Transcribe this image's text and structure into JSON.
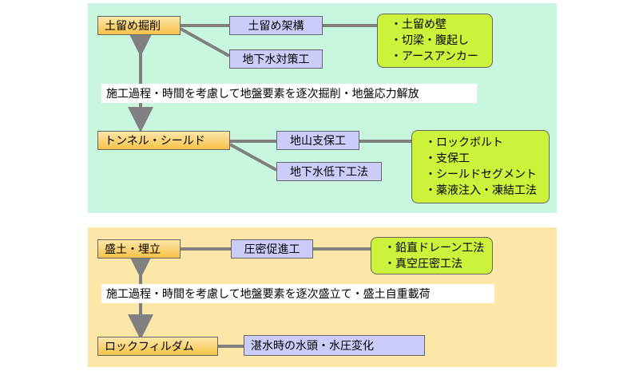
{
  "colors": {
    "panel_top": "#c9f6df",
    "panel_bottom": "#fde7a8",
    "node_main": "#f7c24a",
    "node_method": "#ccccfa",
    "node_detail": "#ccf23b",
    "connector": "#808080"
  },
  "top": {
    "main1": "土留め掘削",
    "method1": "土留め架構",
    "method2": "地下水対策工",
    "detail1": [
      "・土留め壁",
      "・切梁・腹起し",
      "・アースアンカー"
    ],
    "note": "施工過程・時間を考慮して地盤要素を逐次掘削・地盤応力解放",
    "main2": "トンネル・シールド",
    "method3": "地山支保工",
    "method4": "地下水低下工法",
    "detail2": [
      "・ロックボルト",
      "・支保工",
      "・シールドセグメント",
      "・薬液注入・凍結工法"
    ]
  },
  "bottom": {
    "main1": "盛土・埋立",
    "method1": "圧密促進工",
    "detail1": [
      "・鉛直ドレーン工法",
      "・真空圧密工法"
    ],
    "note": "施工過程・時間を考慮して地盤要素を逐次盛立て・盛土自重載荷",
    "main2": "ロックフィルダム",
    "method2": "湛水時の水頭・水圧変化"
  }
}
